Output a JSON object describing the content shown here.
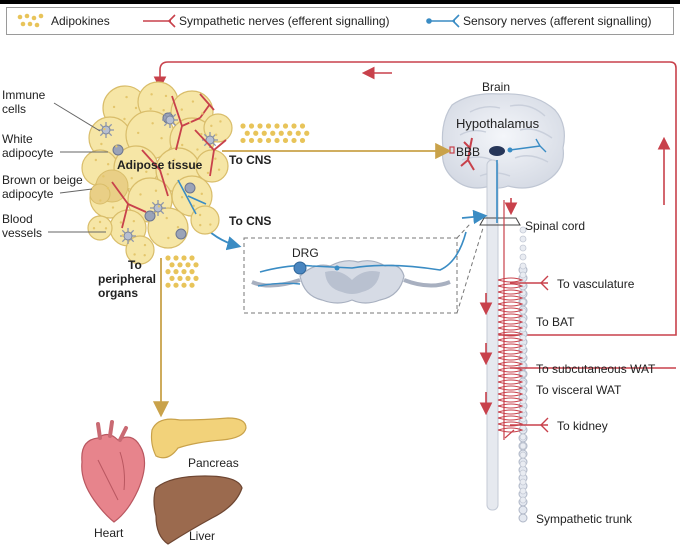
{
  "legend": {
    "adipokines": "Adipokines",
    "sympathetic": "Sympathetic nerves (efferent signalling)",
    "sensory": "Sensory nerves (afferent signalling)"
  },
  "labels": {
    "immune_line1": "Immune",
    "immune_line2": "cells",
    "white_line1": "White",
    "white_line2": "adipocyte",
    "brown_line1": "Brown or beige",
    "brown_line2": "adipocyte",
    "blood_line1": "Blood",
    "blood_line2": "vessels",
    "adipose_tissue": "Adipose tissue",
    "to_cns_top": "To CNS",
    "to_cns_bottom": "To CNS",
    "to_peripheral_line1": "To",
    "to_peripheral_line2": "peripheral",
    "to_peripheral_line3": "organs",
    "brain": "Brain",
    "hypothalamus": "Hypothalamus",
    "bbb": "BBB",
    "spinal_cord": "Spinal cord",
    "drg": "DRG",
    "to_vasculature": "To vasculature",
    "to_bat": "To BAT",
    "to_subcutaneous_wat": "To subcutaneous WAT",
    "to_visceral_wat": "To visceral WAT",
    "to_kidney": "To kidney",
    "sympathetic_trunk": "Sympathetic trunk",
    "heart": "Heart",
    "pancreas": "Pancreas",
    "liver": "Liver"
  },
  "colors": {
    "sympathetic": "#c8414b",
    "sensory": "#3a8cc4",
    "adipokine": "#e8c45a",
    "adipose_fill": "#f6e6a6",
    "adipose_stroke": "#d9bd6a",
    "peripheral_arrow": "#c9a24a",
    "brain_fill": "#e8ebf1",
    "heart_fill": "#e7848c",
    "pancreas_fill": "#f2d27a",
    "liver_fill": "#9b6a4e"
  }
}
